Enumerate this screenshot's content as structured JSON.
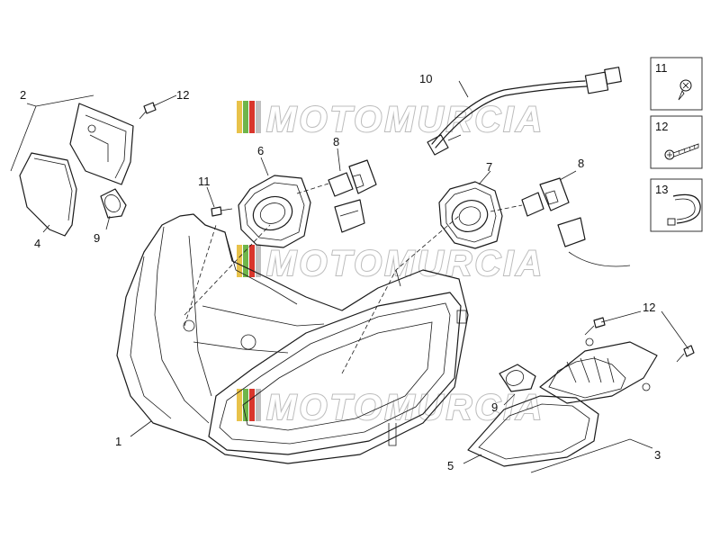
{
  "watermark": {
    "text": "MOTOMURCIA",
    "stripe_colors": [
      "#e8c24a",
      "#6fb54a",
      "#d9362c",
      "#c0c0c0"
    ]
  },
  "callouts": {
    "headlight_assembly": "1",
    "left_turn_signal": "2",
    "right_turn_signal": "3",
    "left_signal_lens": "4",
    "right_signal_lens": "5",
    "left_bulb_cover": "6",
    "right_bulb_cover": "7",
    "bulb_left": "8",
    "bulb_right": "8",
    "signal_bulb_left": "9",
    "signal_bulb_right": "9",
    "wiring_harness": "10",
    "screw_center": "11",
    "screw_left": "12",
    "screw_right": "12"
  },
  "legend_boxes": [
    {
      "number": "11",
      "icon": "screw-icon"
    },
    {
      "number": "12",
      "icon": "long-screw-icon"
    },
    {
      "number": "13",
      "icon": "cable-tie-icon"
    }
  ]
}
